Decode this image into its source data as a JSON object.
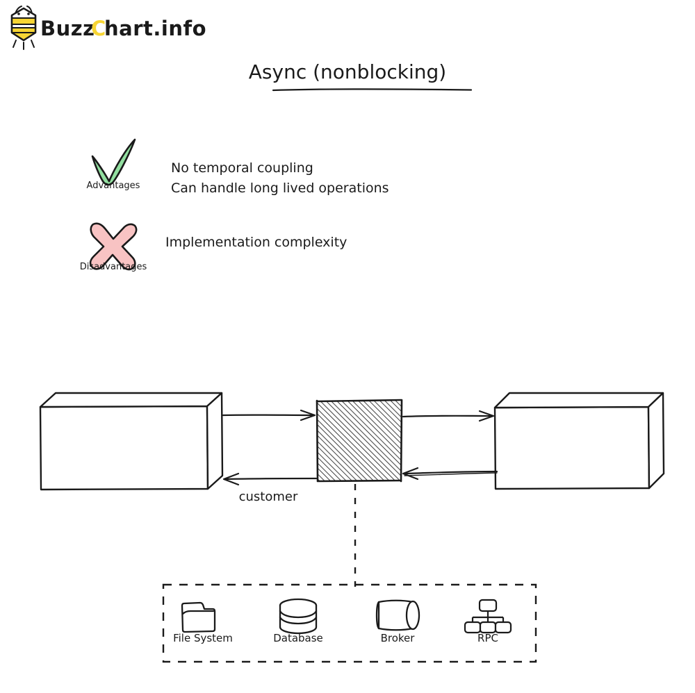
{
  "brand": {
    "name_part1": "Buzz",
    "name_part2": "C",
    "name_part3": "hart.info",
    "logo_icon": "bee-hexagon-icon",
    "accent_color": "#f7d534",
    "text_color": "#1a1a1a"
  },
  "title": {
    "text": "Async (nonblocking)",
    "underline": true
  },
  "advantages": {
    "icon": "check-mark-icon",
    "icon_fill": "#92dfa0",
    "icon_stroke": "#1a1a1a",
    "label": "Advantages",
    "items": [
      "No temporal coupling",
      "Can handle long lived operations"
    ]
  },
  "disadvantages": {
    "icon": "cross-mark-icon",
    "icon_fill": "#f8c3c3",
    "icon_stroke": "#1a1a1a",
    "label": "Disadvantages",
    "items": [
      "Implementation complexity"
    ]
  },
  "diagram": {
    "left_box": {
      "name": "client-box",
      "label": "",
      "style": "3d-box"
    },
    "middle_box": {
      "name": "intermediary-box",
      "label": "",
      "style": "hatched-square"
    },
    "right_box": {
      "name": "service-box",
      "label": "",
      "style": "3d-box"
    },
    "arrows": [
      {
        "name": "arrow-client-to-intermediary",
        "direction": "right",
        "label": ""
      },
      {
        "name": "arrow-intermediary-to-service",
        "direction": "right",
        "label": ""
      },
      {
        "name": "arrow-service-to-intermediary",
        "direction": "left",
        "label": ""
      },
      {
        "name": "arrow-intermediary-to-client",
        "direction": "left",
        "label": "customer"
      }
    ],
    "connector": {
      "name": "dashed-connector",
      "style": "dashed-vertical"
    }
  },
  "transport_options": {
    "container_style": "dashed-box",
    "items": [
      {
        "icon": "folder-icon",
        "label": "File System"
      },
      {
        "icon": "database-cylinder-icon",
        "label": "Database"
      },
      {
        "icon": "horizontal-cylinder-icon",
        "label": "Broker"
      },
      {
        "icon": "hierarchy-tree-icon",
        "label": "RPC"
      }
    ]
  },
  "colors": {
    "ink": "#1a1a1a",
    "background": "#ffffff",
    "green": "#92dfa0",
    "pink": "#f8c3c3",
    "yellow": "#f7d534"
  }
}
